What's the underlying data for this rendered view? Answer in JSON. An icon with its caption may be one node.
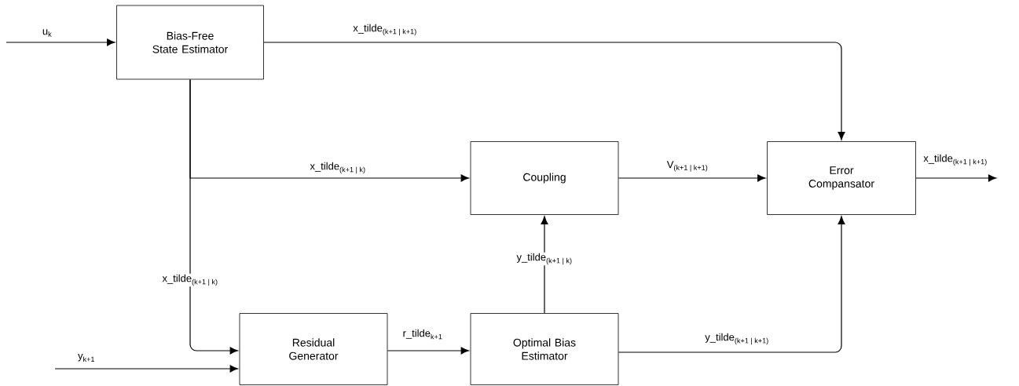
{
  "diagram": {
    "nodes": [
      {
        "text": [
          "Bias-Free State Estimator"
        ]
      },
      {
        "text": [
          "Coupling"
        ]
      },
      {
        "text": [
          "Error Compansator"
        ]
      },
      {
        "text": [
          "Residual Generator"
        ]
      },
      {
        "text": [
          "Optimal Bias Estimator"
        ]
      }
    ],
    "edges": [
      {
        "from": null,
        "to": 0,
        "arrow": "to",
        "label": "\\text{u}_{\\text{k}}"
      },
      {
        "from": 0,
        "to": 2,
        "arrow": "to",
        "label": "\\text{x\\_tilde}_{\\text{(k+1 | k+1)}}"
      },
      {
        "from": 0,
        "to": 1,
        "arrow": "to",
        "label": "\\text{x\\_tilde}_{\\text{(k+1 | k)}}"
      },
      {
        "from": 0,
        "to": 3,
        "arrow": "to",
        "label": "\\text{x\\_tilde}_{\\text{(k+1 | k)}}"
      },
      {
        "from": null,
        "to": 3,
        "arrow": "to",
        "label": "\\text{y}_{\\text{k+1}}"
      },
      {
        "from": 3,
        "to": 4,
        "arrow": "to",
        "label": "\\text{r\\_tilde}_{\\text{k+1}}"
      },
      {
        "from": 4,
        "to": 1,
        "arrow": "to",
        "label": "\\text{y\\_tilde}_{\\text{(k+1 | k)}}"
      },
      {
        "from": 1,
        "to": 2,
        "arrow": "to",
        "label": "\\text{V}_{\\text{(k+1 | k+1)}}"
      },
      {
        "from": 4,
        "to": 2,
        "arrow": "to",
        "label": "\\text{y\\_tilde}_{\\text{(k+1 | k+1)}}"
      },
      {
        "from": 2,
        "to": null,
        "arrow": "to",
        "label": "\\text{x\\_tilde}_{\\text{(k+1 | k+1)}}"
      }
    ]
  }
}
